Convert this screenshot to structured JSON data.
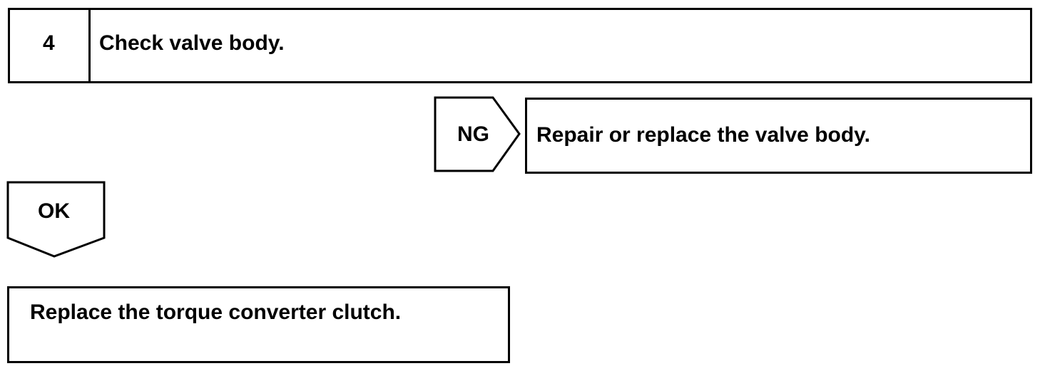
{
  "step": {
    "number": "4",
    "title": "Check valve body."
  },
  "ng_branch": {
    "label": "NG",
    "result": "Repair or replace the valve body."
  },
  "ok_branch": {
    "label": "OK",
    "result": "Replace the torque converter clutch."
  }
}
